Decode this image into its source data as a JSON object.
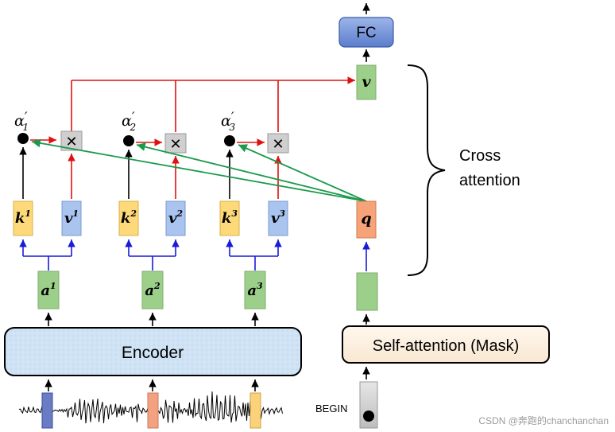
{
  "fc": {
    "label": "FC"
  },
  "v_top": {
    "base": "v"
  },
  "cross_attention": {
    "line1": "Cross",
    "line2": "attention"
  },
  "alphas": [
    {
      "base": "α",
      "prime": "′",
      "sub": "1"
    },
    {
      "base": "α",
      "prime": "′",
      "sub": "2"
    },
    {
      "base": "α",
      "prime": "′",
      "sub": "3"
    }
  ],
  "multiply_symbol": "✕",
  "keys": [
    {
      "base": "k",
      "sup": "1"
    },
    {
      "base": "k",
      "sup": "2"
    },
    {
      "base": "k",
      "sup": "3"
    }
  ],
  "values": [
    {
      "base": "v",
      "sup": "1"
    },
    {
      "base": "v",
      "sup": "2"
    },
    {
      "base": "v",
      "sup": "3"
    }
  ],
  "query": {
    "base": "q"
  },
  "a_vectors": [
    {
      "base": "a",
      "sup": "1"
    },
    {
      "base": "a",
      "sup": "2"
    },
    {
      "base": "a",
      "sup": "3"
    }
  ],
  "encoder": {
    "label": "Encoder"
  },
  "self_attention": {
    "label": "Self-attention (Mask)"
  },
  "begin": {
    "label": "BEGIN"
  },
  "watermark": "CSDN @奔跑的chanchanchan",
  "colors": {
    "red": "#e01010",
    "green": "#1a9a4a",
    "blue": "#1a1ad8",
    "key_fill": "#fdd97a",
    "value_fill": "#a9c4ee",
    "vector_fill": "#9ccf8a",
    "query_fill": "#f6a37a",
    "fc_fill": "#6f8fd6",
    "encoder_fill": "#cfe3f5",
    "self_attn_fill": "#fbf0e2"
  }
}
